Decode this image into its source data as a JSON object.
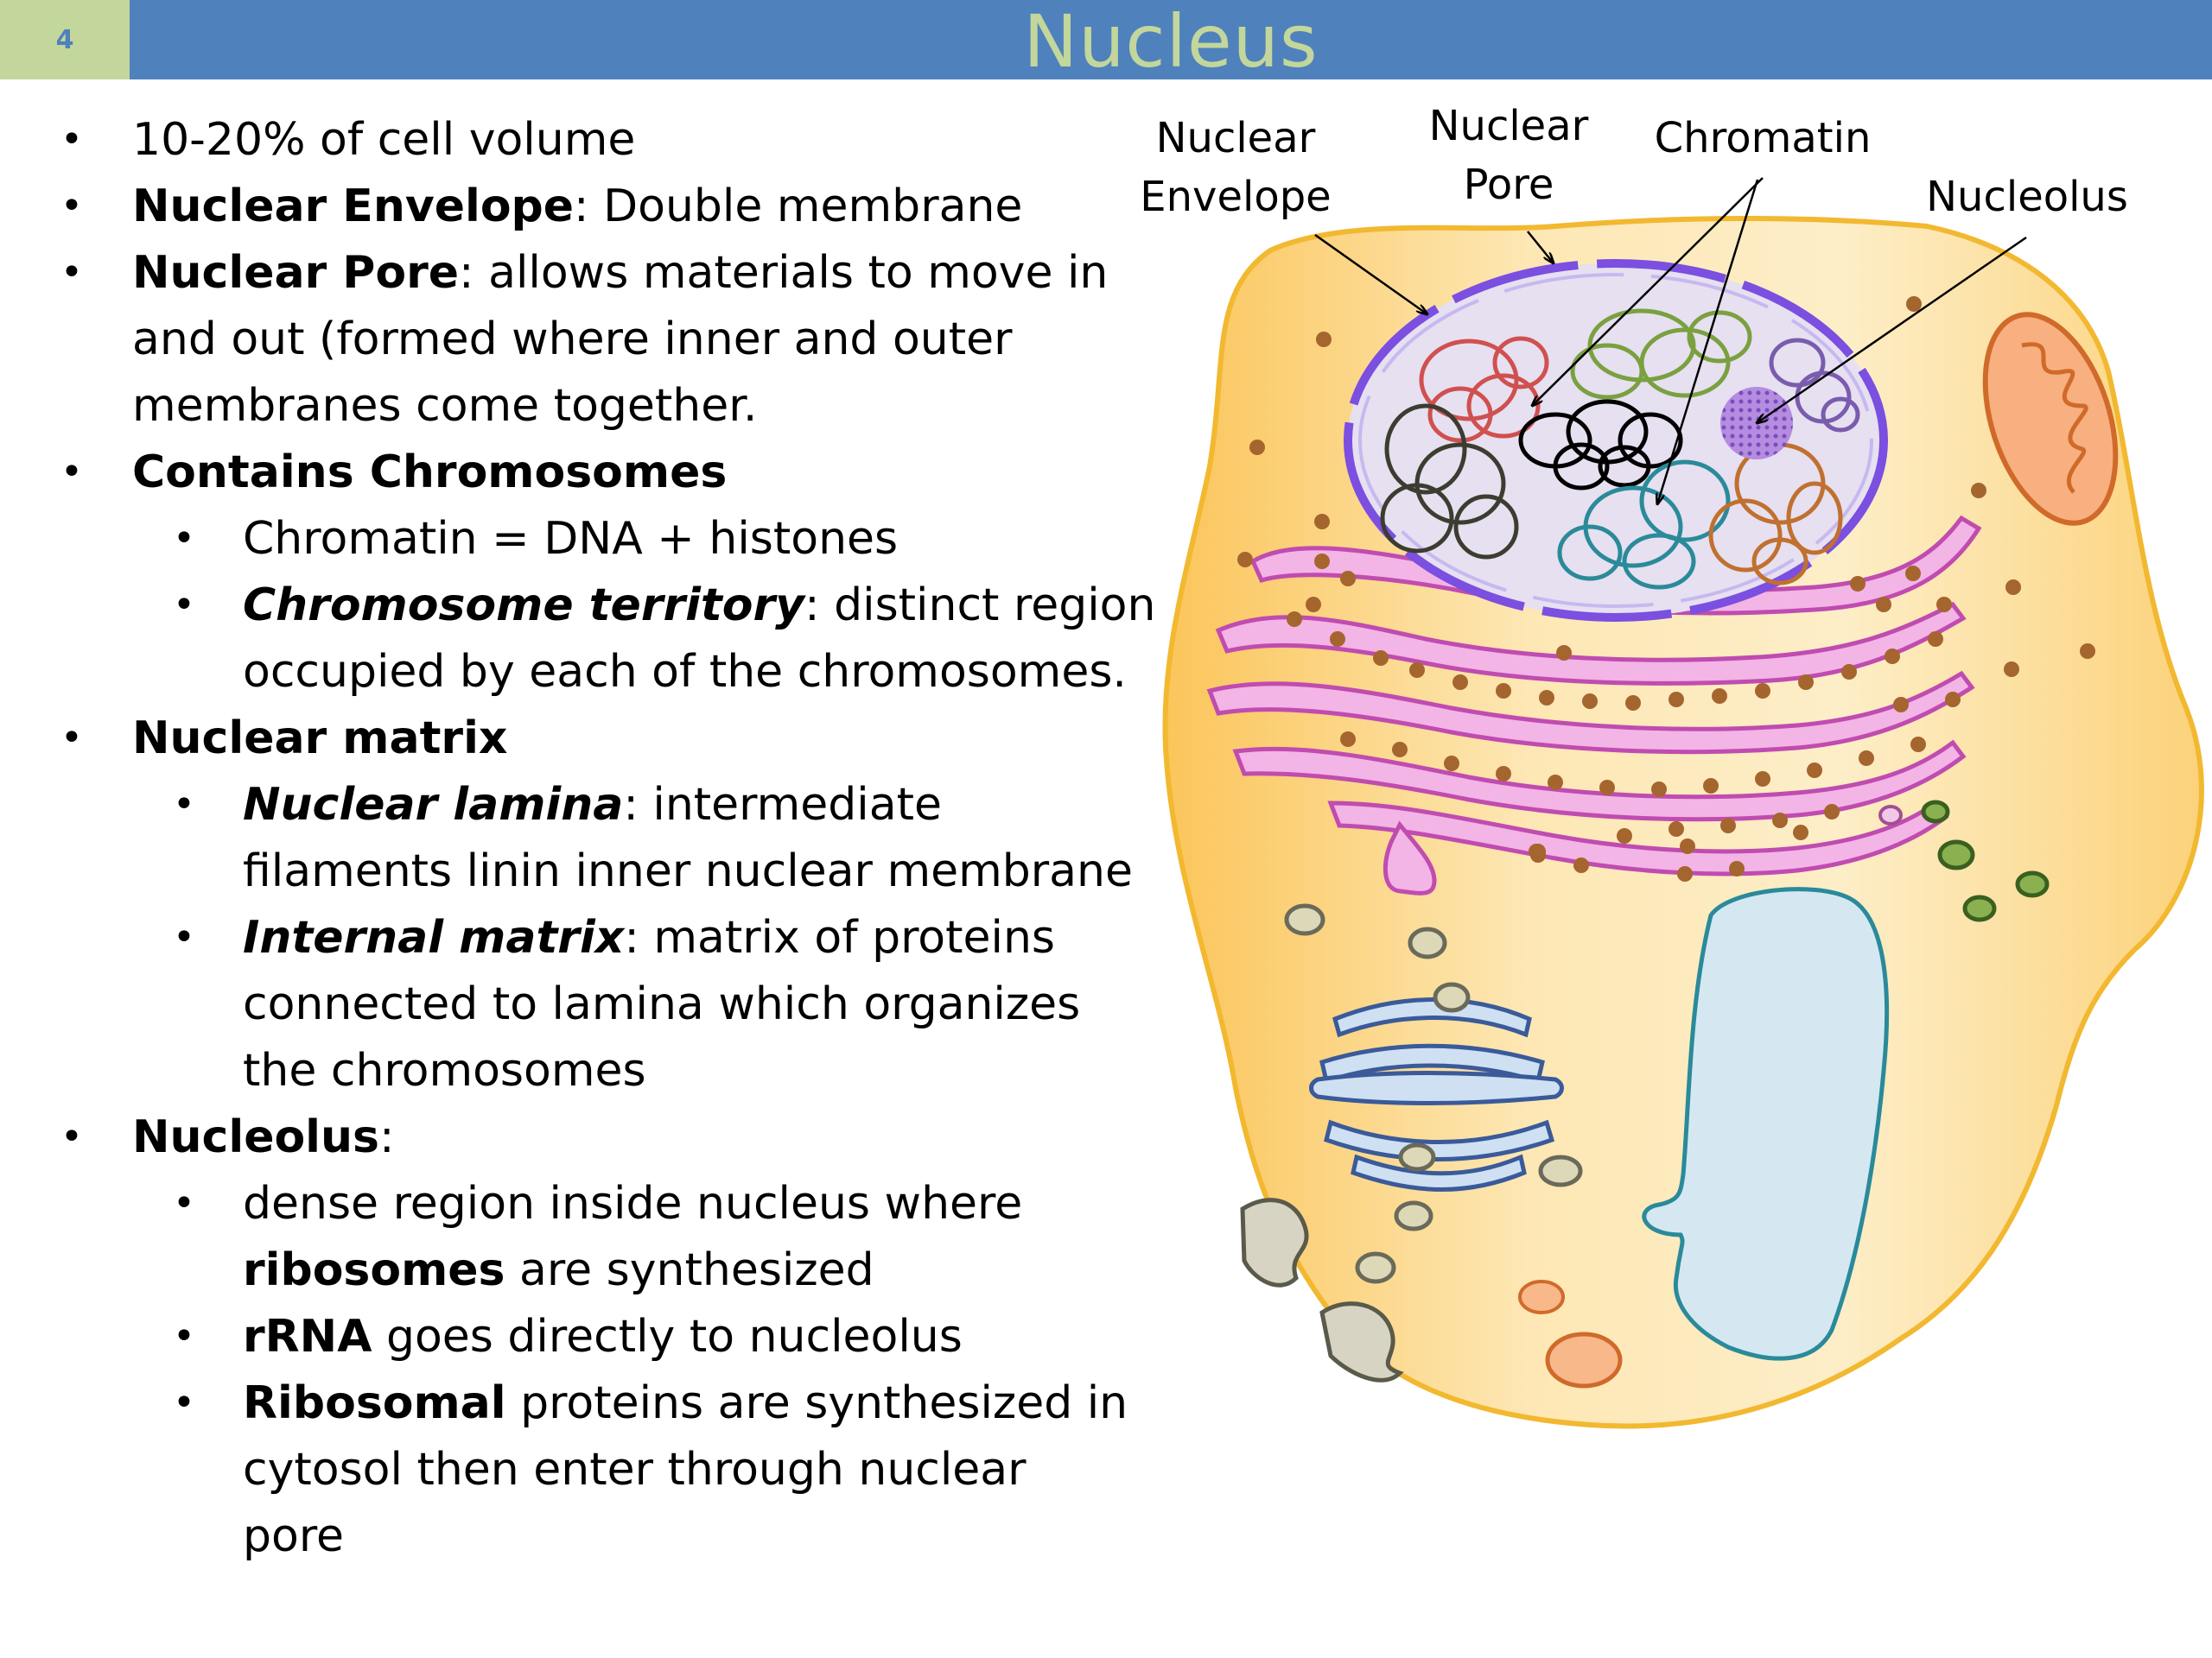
{
  "slide": {
    "number": "4",
    "title": "Nucleus"
  },
  "content": {
    "b1": "10-20% of cell volume",
    "b2_bold": "Nuclear Envelope",
    "b2_rest": ":  Double membrane",
    "b3_bold": "Nuclear Pore",
    "b3_rest": ":  allows materials to move in",
    "b3_l2": "and out (formed where inner and outer",
    "b3_l3": "membranes come together.",
    "b4_bold": "Contains Chromosomes",
    "s1": "Chromatin = DNA + histones",
    "s2_bold": "Chromosome territory",
    "s2_rest": ":  distinct region",
    "s2_l2": "occupied by each of the chromosomes.",
    "b5_bold": "Nuclear matrix",
    "s3_bold": "Nuclear lamina",
    "s3_rest": ":  intermediate",
    "s3_l2": "filaments linin inner nuclear membrane",
    "s4_bold": "Internal matrix",
    "s4_rest": ": matrix of proteins",
    "s4_l2": "connected to lamina which organizes",
    "s4_l3": "the chromosomes",
    "b6_bold": "Nucleolus",
    "b6_rest": ":",
    "s5": "dense region inside nucleus where",
    "s5_l2_bold": "ribosomes",
    "s5_l2_rest": " are synthesized",
    "s6_bold": "rRNA",
    "s6_rest": " goes directly to nucleolus",
    "s7_bold": "Ribosomal",
    "s7_rest": " proteins are synthesized in",
    "s7_l2": "cytosol then enter through nuclear",
    "s7_l3": "pore"
  },
  "diagram": {
    "labels": {
      "envelope_l1": "Nuclear",
      "envelope_l2": "Envelope",
      "pore_l1": "Nuclear",
      "pore_l2": "Pore",
      "chromatin": "Chromatin",
      "nucleolus": "Nucleolus"
    },
    "colors": {
      "cytoplasm": "#fbd98a",
      "cell_border": "#f2b830",
      "nuclear_membrane": "#7b4fe0",
      "nucleoplasm": "#e6e0f0",
      "er": "#e67ad8",
      "ribosome": "#a5652e",
      "mitochondrion": "#f08a4a",
      "golgi": "#aac8e8",
      "vacuole": "#d5e8f2"
    }
  }
}
